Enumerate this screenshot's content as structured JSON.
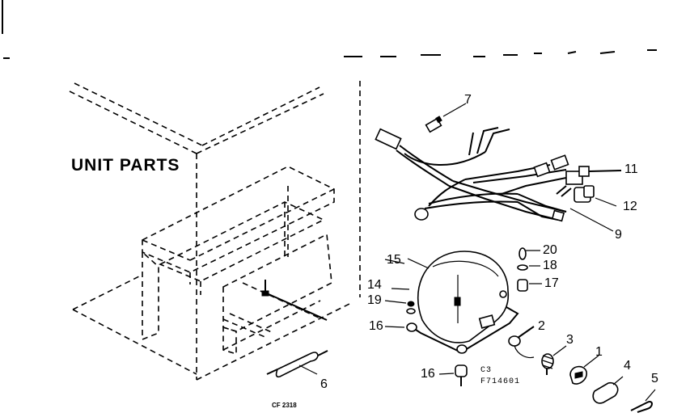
{
  "diagram": {
    "title": "UNIT PARTS",
    "drawing_code": "CF 2318",
    "part_codes": [
      "C3",
      "F714601"
    ],
    "callouts": [
      "7",
      "11",
      "12",
      "9",
      "20",
      "18",
      "17",
      "15",
      "14",
      "19",
      "16",
      "2",
      "3",
      "1",
      "4",
      "5",
      "16",
      "6"
    ]
  }
}
